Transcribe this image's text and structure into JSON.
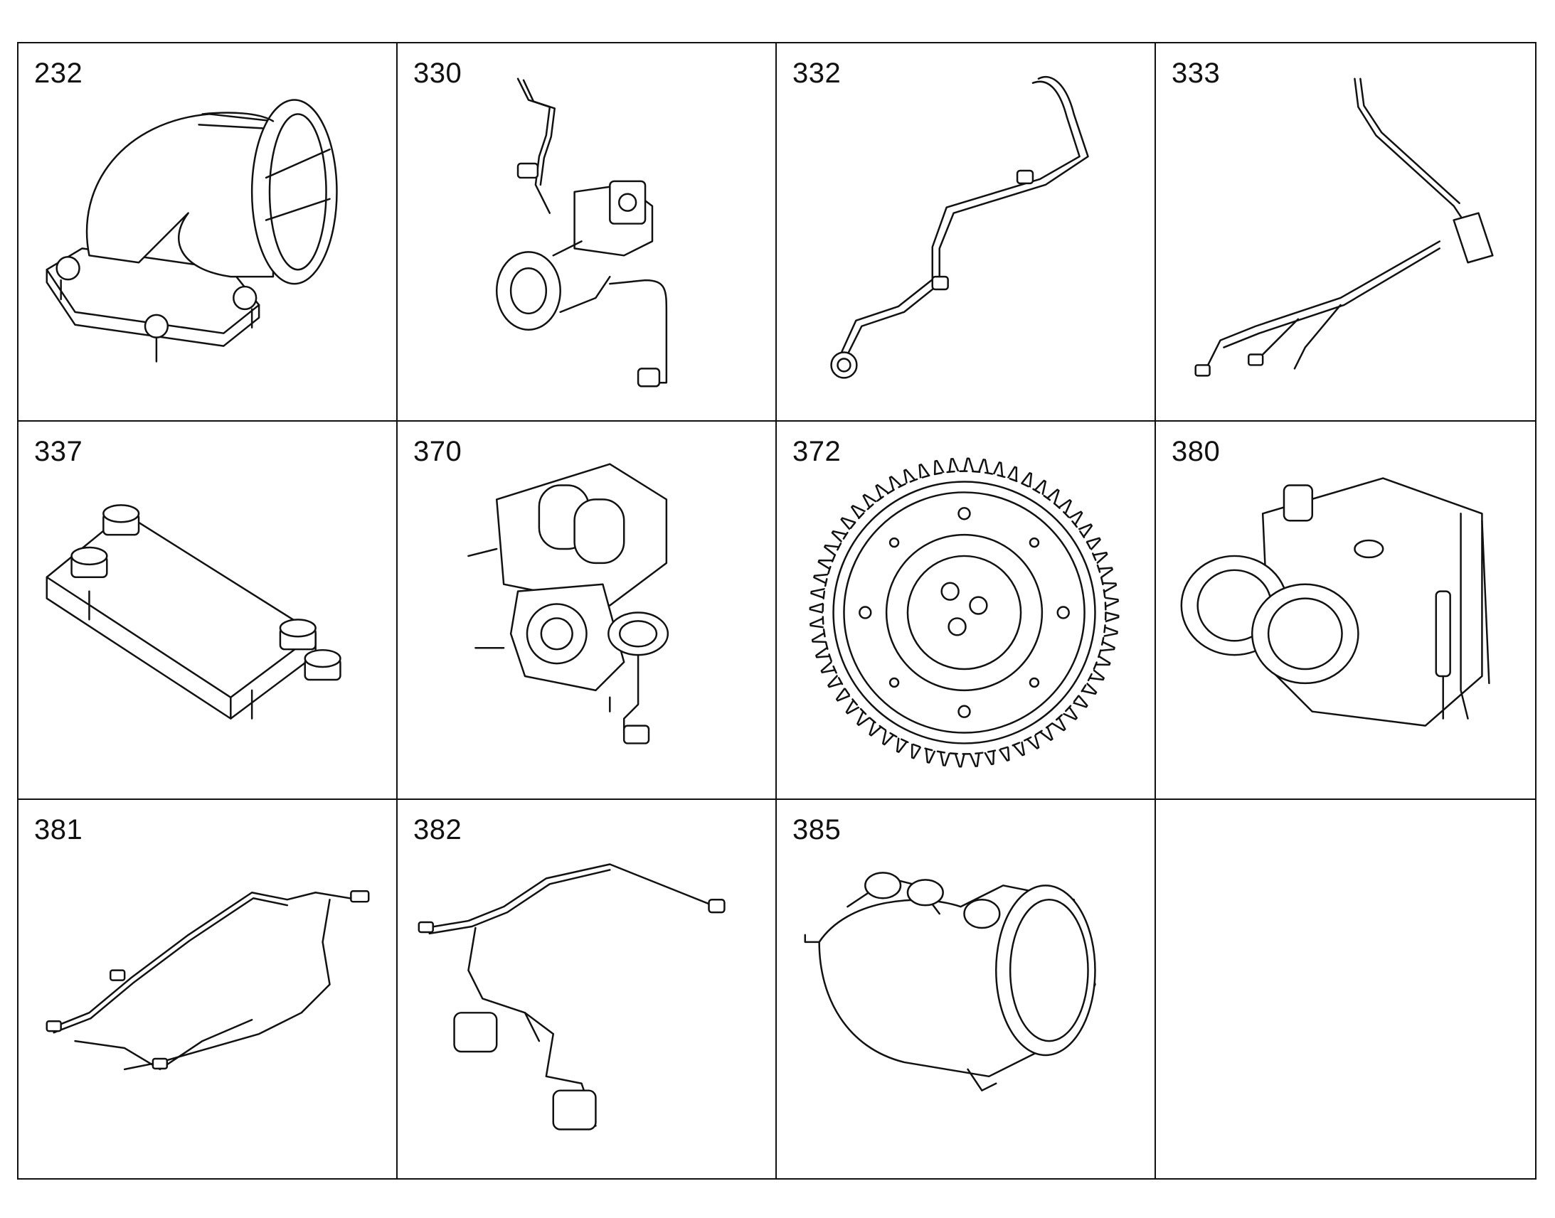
{
  "parts": [
    {
      "number": "232",
      "icon": "elbow-pipe-icon"
    },
    {
      "number": "330",
      "icon": "pump-with-line-icon"
    },
    {
      "number": "332",
      "icon": "bent-pipe-icon"
    },
    {
      "number": "333",
      "icon": "pipe-assembly-icon"
    },
    {
      "number": "337",
      "icon": "cover-plate-icon"
    },
    {
      "number": "370",
      "icon": "pump-unit-icon"
    },
    {
      "number": "372",
      "icon": "gear-wheel-icon"
    },
    {
      "number": "380",
      "icon": "housing-icon"
    },
    {
      "number": "381",
      "icon": "wiring-harness-icon"
    },
    {
      "number": "382",
      "icon": "harness-with-sensors-icon"
    },
    {
      "number": "385",
      "icon": "intake-elbow-icon"
    },
    {
      "number": "",
      "icon": ""
    }
  ]
}
